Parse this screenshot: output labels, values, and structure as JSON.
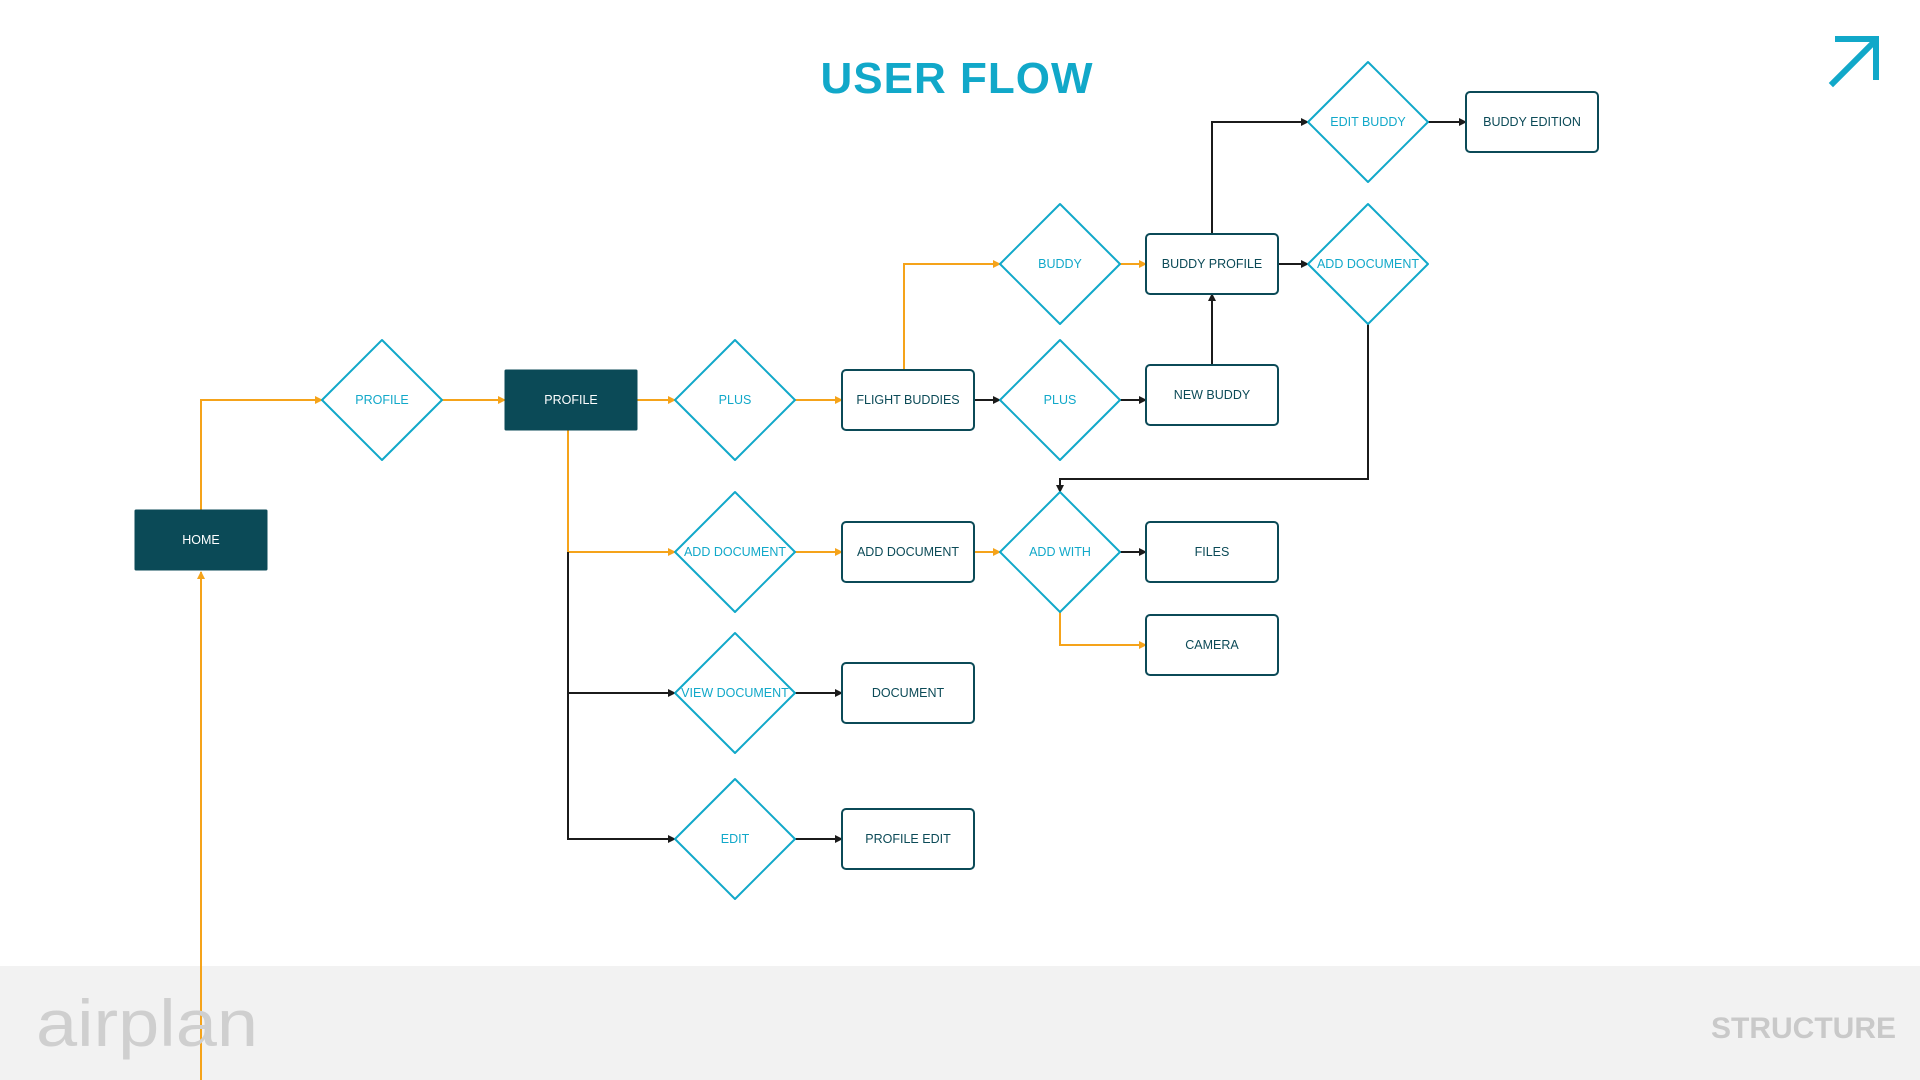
{
  "header": {
    "title": "USER FLOW"
  },
  "footer": {
    "logo": "airplan",
    "section": "STRUCTURE"
  },
  "colors": {
    "accent": "#11A8C9",
    "dark": "#0B4A57",
    "orange": "#F5A31A",
    "black": "#1b1b1b",
    "footer_bg": "#f2f2f2",
    "footer_text": "#c9c9c9",
    "logo": "#cfcfcf"
  },
  "icons": {
    "corner": "arrow-up-right-icon"
  },
  "nodes": [
    {
      "id": "home",
      "label": "HOME",
      "shape": "filled"
    },
    {
      "id": "d_profile",
      "label": "PROFILE",
      "shape": "diamond"
    },
    {
      "id": "profile",
      "label": "PROFILE",
      "shape": "filled"
    },
    {
      "id": "d_plus1",
      "label": "PLUS",
      "shape": "diamond"
    },
    {
      "id": "flight_buddies",
      "label": "FLIGHT BUDDIES",
      "shape": "box"
    },
    {
      "id": "d_buddy",
      "label": "BUDDY",
      "shape": "diamond"
    },
    {
      "id": "d_plus2",
      "label": "PLUS",
      "shape": "diamond"
    },
    {
      "id": "buddy_profile",
      "label": "BUDDY PROFILE",
      "shape": "box"
    },
    {
      "id": "new_buddy",
      "label": "NEW BUDDY",
      "shape": "box"
    },
    {
      "id": "d_edit_buddy",
      "label": "EDIT BUDDY",
      "shape": "diamond"
    },
    {
      "id": "buddy_edition",
      "label": "BUDDY EDITION",
      "shape": "box"
    },
    {
      "id": "d_add_doc2",
      "label": "ADD DOCUMENT",
      "shape": "diamond"
    },
    {
      "id": "d_add_doc1",
      "label": "ADD DOCUMENT",
      "shape": "diamond"
    },
    {
      "id": "add_document",
      "label": "ADD DOCUMENT",
      "shape": "box"
    },
    {
      "id": "d_add_with",
      "label": "ADD WITH",
      "shape": "diamond"
    },
    {
      "id": "files",
      "label": "FILES",
      "shape": "box"
    },
    {
      "id": "camera",
      "label": "CAMERA",
      "shape": "box"
    },
    {
      "id": "d_view_doc",
      "label": "VIEW DOCUMENT",
      "shape": "diamond"
    },
    {
      "id": "document",
      "label": "DOCUMENT",
      "shape": "box"
    },
    {
      "id": "d_edit",
      "label": "EDIT",
      "shape": "diamond"
    },
    {
      "id": "profile_edit",
      "label": "PROFILE EDIT",
      "shape": "box"
    }
  ],
  "edges": [
    {
      "from": "home",
      "to": "d_profile",
      "color": "orange"
    },
    {
      "from": "bottom",
      "to": "home",
      "color": "orange"
    },
    {
      "from": "d_profile",
      "to": "profile",
      "color": "orange"
    },
    {
      "from": "profile",
      "to": "d_plus1",
      "color": "orange"
    },
    {
      "from": "profile",
      "to": "d_add_doc1",
      "color": "orange"
    },
    {
      "from": "profile",
      "to": "d_view_doc",
      "color": "black"
    },
    {
      "from": "profile",
      "to": "d_edit",
      "color": "black"
    },
    {
      "from": "d_plus1",
      "to": "flight_buddies",
      "color": "orange"
    },
    {
      "from": "flight_buddies",
      "to": "d_buddy",
      "color": "orange"
    },
    {
      "from": "flight_buddies",
      "to": "d_plus2",
      "color": "black"
    },
    {
      "from": "d_buddy",
      "to": "buddy_profile",
      "color": "orange"
    },
    {
      "from": "d_plus2",
      "to": "new_buddy",
      "color": "black"
    },
    {
      "from": "new_buddy",
      "to": "buddy_profile",
      "color": "black"
    },
    {
      "from": "buddy_profile",
      "to": "d_edit_buddy",
      "color": "black"
    },
    {
      "from": "d_edit_buddy",
      "to": "buddy_edition",
      "color": "black"
    },
    {
      "from": "buddy_profile",
      "to": "d_add_doc2",
      "color": "black"
    },
    {
      "from": "d_add_doc2",
      "to": "d_add_with",
      "color": "black"
    },
    {
      "from": "d_add_doc1",
      "to": "add_document",
      "color": "orange"
    },
    {
      "from": "add_document",
      "to": "d_add_with",
      "color": "orange"
    },
    {
      "from": "d_add_with",
      "to": "files",
      "color": "black"
    },
    {
      "from": "d_add_with",
      "to": "camera",
      "color": "orange"
    },
    {
      "from": "d_view_doc",
      "to": "document",
      "color": "black"
    },
    {
      "from": "d_edit",
      "to": "profile_edit",
      "color": "black"
    }
  ]
}
